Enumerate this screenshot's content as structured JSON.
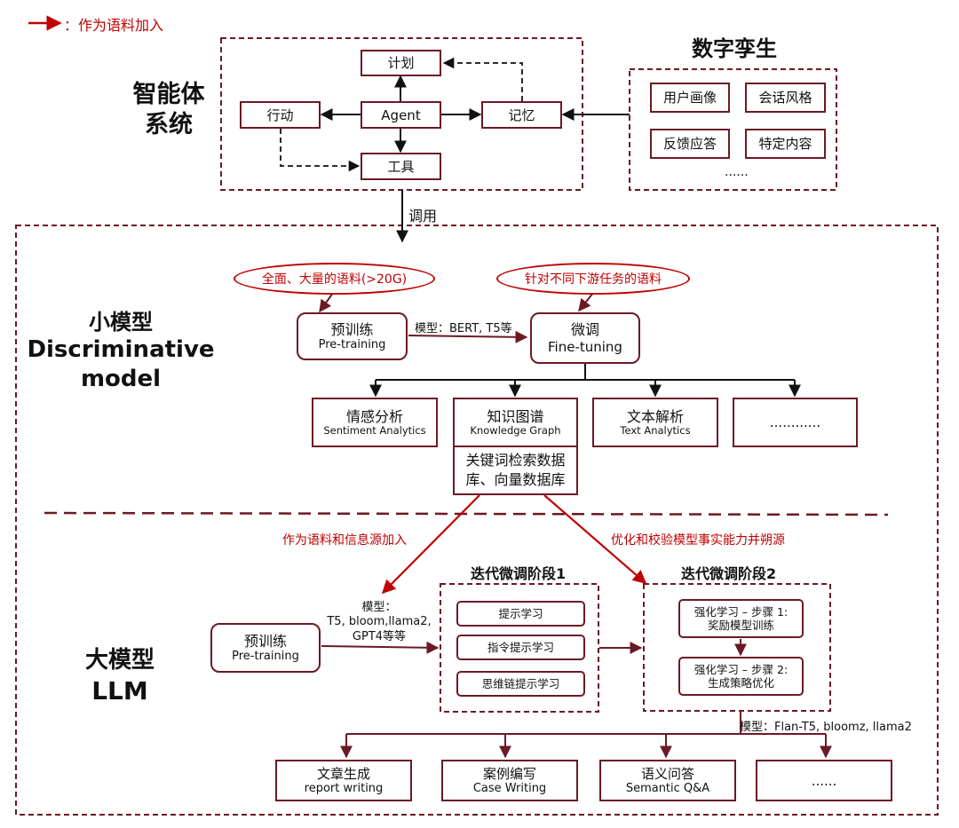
{
  "legend": {
    "label": "：作为语料加入"
  },
  "agent_system": {
    "title": "智能体\n系统",
    "plan": "计划",
    "agent": "Agent",
    "action": "行动",
    "memory": "记忆",
    "tools": "工具"
  },
  "digital_twin": {
    "title": "数字孪生",
    "items": [
      "用户画像",
      "会话风格",
      "反馈应答",
      "特定内容"
    ],
    "more": "......"
  },
  "call_label": "调用",
  "small_model": {
    "title_line1": "小模型",
    "title_line2": "Discriminative",
    "title_line3": "model",
    "corpus_pretrain": "全面、大量的语料(>20G)",
    "corpus_finetune": "针对不同下游任务的语料",
    "pretrain": {
      "zh": "预训练",
      "en": "Pre-training"
    },
    "finetune": {
      "zh": "微调",
      "en": "Fine-tuning"
    },
    "model_label": "模型：BERT, T5等",
    "tasks": [
      {
        "zh": "情感分析",
        "en": "Sentiment Analytics"
      },
      {
        "zh": "知识图谱",
        "en": "Knowledge Graph"
      },
      {
        "zh": "文本解析",
        "en": "Text Analytics"
      },
      {
        "zh": "............",
        "en": ""
      }
    ],
    "kg_db": "关键词检索数据库、向量数据库"
  },
  "bridge": {
    "left_label": "作为语料和信息源加入",
    "right_label": "优化和校验模型事实能力并朔源"
  },
  "llm": {
    "title_line1": "大模型",
    "title_line2": "LLM",
    "pretrain": {
      "zh": "预训练",
      "en": "Pre-training"
    },
    "model_label_1": "模型：",
    "model_label_2": "T5, bloom,llama2,",
    "model_label_3": "GPT4等等",
    "stage1": {
      "title": "迭代微调阶段1",
      "items": [
        "提示学习",
        "指令提示学习",
        "思维链提示学习"
      ]
    },
    "stage2": {
      "title": "迭代微调阶段2",
      "step1": "强化学习 – 步骤 1:\n奖励模型训练",
      "step2": "强化学习 – 步骤 2:\n生成策略优化"
    },
    "output_model_label": "模型：Flan-T5, bloomz, llama2",
    "outputs": [
      {
        "zh": "文章生成",
        "en": "report writing"
      },
      {
        "zh": "案例编写",
        "en": "Case Writing"
      },
      {
        "zh": "语义问答",
        "en": "Semantic Q&A"
      },
      {
        "zh": "......",
        "en": ""
      }
    ]
  },
  "colors": {
    "dark_red": "#6b1a24",
    "red": "#c00000",
    "black": "#111111"
  }
}
